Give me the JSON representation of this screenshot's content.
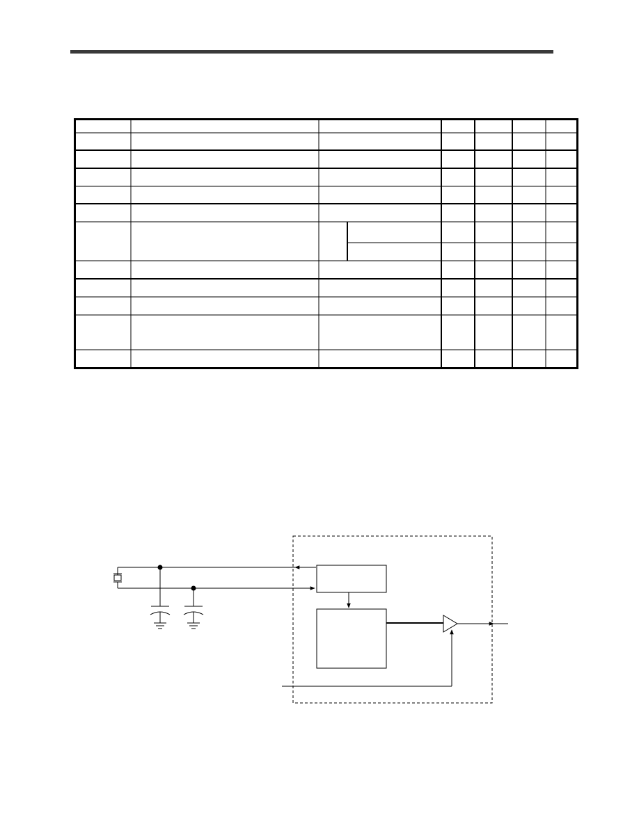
{
  "page": {
    "header_rule": true
  },
  "spec_table": {
    "columns": 8,
    "rows": 11,
    "cells_text": "none visible",
    "split_row": 6
  },
  "block_diagram": {
    "components": [
      "crystal",
      "load-capacitor-1",
      "load-capacitor-2",
      "oscillator-block",
      "divider-block",
      "output-buffer"
    ],
    "labels": ""
  }
}
